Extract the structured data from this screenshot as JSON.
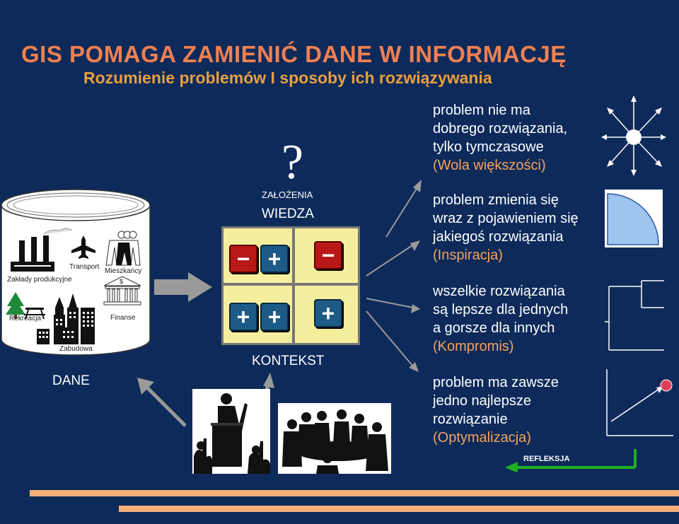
{
  "title": "GIS POMAGA ZAMIENIĆ DANE W INFORMACJĘ",
  "subtitle": "Rozumienie problemów I sposoby ich rozwiązywania",
  "data_cylinder": {
    "labels": {
      "factory": "Zakłady produkcyjne",
      "transport": "Transport",
      "residents": "Mieszkańcy",
      "recreation": "Rekreacja",
      "finance": "Finanse",
      "buildings": "Zabudowa"
    },
    "bank_symbol": "$",
    "caption": "DANE"
  },
  "knowledge": {
    "question_mark": "?",
    "assumptions": "ZAŁOŻENIA",
    "knowledge": "WIEDZA",
    "context": "KONTEKST",
    "tile_minus": "−",
    "tile_plus": "+"
  },
  "items": [
    {
      "lines": [
        "problem nie ma",
        "dobrego rozwiązania,",
        "tylko tymczasowe"
      ],
      "accent": "(Wola większości)"
    },
    {
      "lines": [
        "problem zmienia się",
        "wraz z pojawieniem się",
        "jakiegoś rozwiązania"
      ],
      "accent": "(Inspiracja)"
    },
    {
      "lines": [
        "wszelkie rozwiązania",
        "są lepsze dla jednych",
        "a gorsze dla innych"
      ],
      "accent": "(Kompromis)"
    },
    {
      "lines": [
        "problem ma zawsze",
        "jedno najlepsze",
        "rozwiązanie"
      ],
      "accent": "(Optymalizacja)"
    }
  ],
  "feedback_label": "REFLEKSJA",
  "colors": {
    "background": "#0d2a5a",
    "title": "#f08050",
    "subtitle": "#e8a040",
    "accent": "#f5a35a",
    "panel": "#f4ee9e",
    "feedback_arrow": "#1fb01f",
    "bottom_bars": "#f4b07a"
  }
}
